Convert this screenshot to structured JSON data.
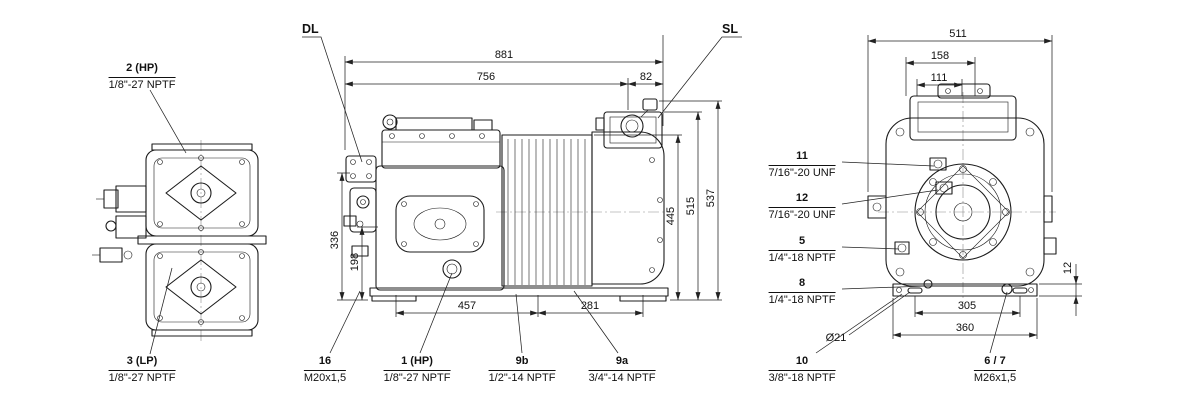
{
  "ports": {
    "dl": {
      "id": "DL"
    },
    "sl": {
      "id": "SL"
    },
    "c2": {
      "id": "2 (HP)",
      "thread": "1/8\"-27 NPTF"
    },
    "c3": {
      "id": "3 (LP)",
      "thread": "1/8\"-27 NPTF"
    },
    "c1": {
      "id": "1 (HP)",
      "thread": "1/8\"-27 NPTF"
    },
    "c16": {
      "id": "16",
      "thread": "M20x1,5"
    },
    "c9b": {
      "id": "9b",
      "thread": "1/2\"-14 NPTF"
    },
    "c9a": {
      "id": "9a",
      "thread": "3/4\"-14 NPTF"
    },
    "c11": {
      "id": "11",
      "thread": "7/16\"-20 UNF"
    },
    "c12": {
      "id": "12",
      "thread": "7/16\"-20 UNF"
    },
    "c5": {
      "id": "5",
      "thread": "1/4\"-18 NPTF"
    },
    "c8": {
      "id": "8",
      "thread": "1/4\"-18 NPTF"
    },
    "c10": {
      "id": "10",
      "thread": "3/8\"-18 NPTF"
    },
    "c67": {
      "id": "6 / 7",
      "thread": "M26x1,5"
    }
  },
  "dims": {
    "d881": "881",
    "d756": "756",
    "d82": "82",
    "d537": "537",
    "d515": "515",
    "d445": "445",
    "d336": "336",
    "d198": "198",
    "d457": "457",
    "d281": "281",
    "d511": "511",
    "d158": "158",
    "d111": "111",
    "d12": "12",
    "d305": "305",
    "d360": "360",
    "dia21": "Ø21"
  }
}
